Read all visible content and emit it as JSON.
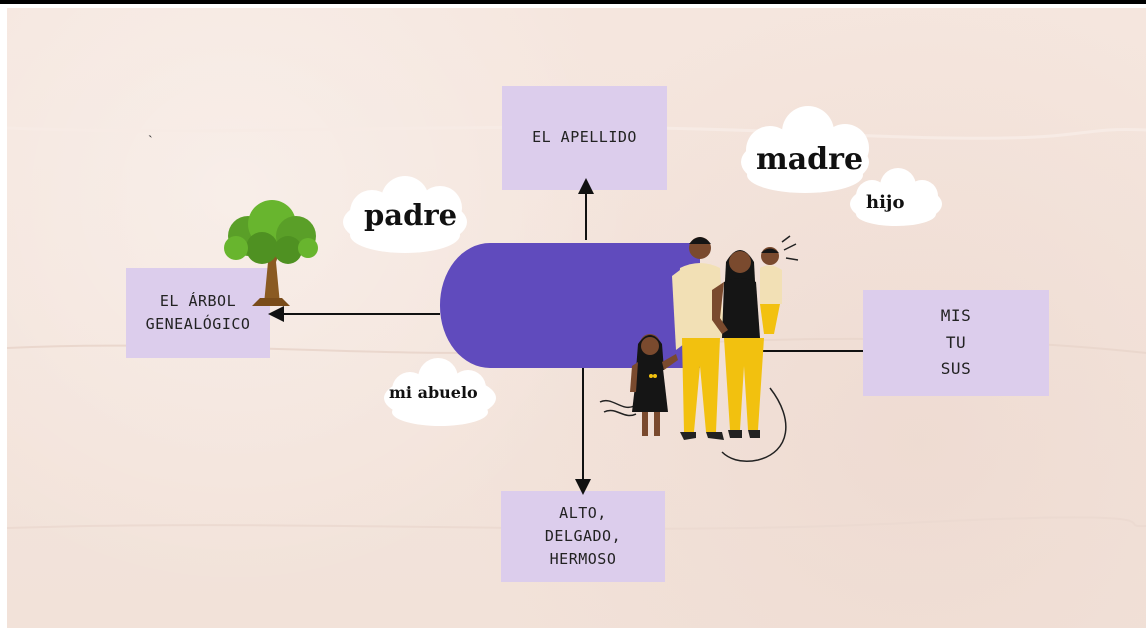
{
  "boxes": {
    "top": [
      "EL APELLIDO"
    ],
    "left": [
      "EL ÁRBOL",
      "GENEALÓGICO"
    ],
    "bottom": [
      "ALTO,",
      "DELGADO,",
      "HERMOSO"
    ],
    "right": [
      "MIS",
      "TU",
      "SUS"
    ]
  },
  "cloud_words": {
    "padre": "padre",
    "madre": "madre",
    "hijo": "hijo",
    "abuelo": "mi abuelo"
  },
  "stray_mark": "`",
  "colors": {
    "background": "#f4e4dc",
    "box_fill": "#dccdec",
    "central_shape": "#604bbd",
    "arrow": "#111111",
    "cloud": "#ffffff",
    "family_clothing": "#f2c10f",
    "family_shirt": "#f2e0b5",
    "family_black": "#151515",
    "skin": "#7a4a2e",
    "tree_leaves": "#5fae2a",
    "tree_trunk": "#8a5a22"
  },
  "icons": [
    "tree-icon",
    "family-illustration-icon",
    "cloud-icon"
  ]
}
